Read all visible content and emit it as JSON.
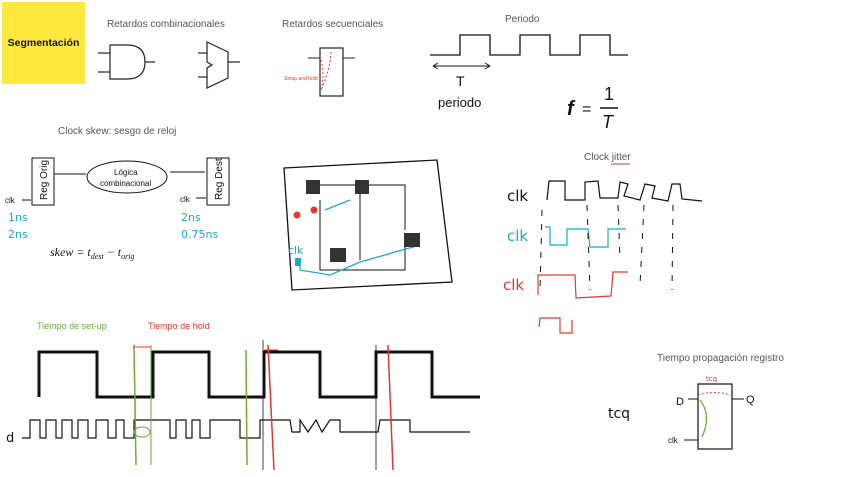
{
  "title": "Segmentación",
  "sections": {
    "comb_delays": "Retardos combinacionales",
    "seq_delays": "Retardos secuenciales",
    "seq_note": "Setup and hold",
    "period": "Periodo",
    "period_T": "T",
    "period_word": "periodo",
    "freq_f": "f",
    "freq_eq": "=",
    "freq_num": "1",
    "freq_den": "T",
    "skew_title": "Clock skew: sesgo de reloj",
    "reg_orig": "Reg Orig",
    "reg_dest": "Reg Dest",
    "logic": [
      "Lógica",
      "combinacional"
    ],
    "clk": "clk",
    "orig_times": [
      "1ns",
      "2ns"
    ],
    "dest_times": [
      "2ns",
      "0.75ns"
    ],
    "skew_formula": "skew = t",
    "skew_dest": "dest",
    "skew_minus": " − t",
    "skew_orig": "orig",
    "jitter_title": "Clock jitter",
    "setup_label": "Tiempo de set-up",
    "hold_label": "Tiempo de hold",
    "d_label": "d",
    "prop_title": "Tiempo propagación registro",
    "tcq": "tcq",
    "D": "D",
    "Q": "Q"
  },
  "colors": {
    "yellow": "#fde93d",
    "green": "#6aab3a",
    "red": "#e0382e",
    "cyan": "#1fa9c9"
  }
}
